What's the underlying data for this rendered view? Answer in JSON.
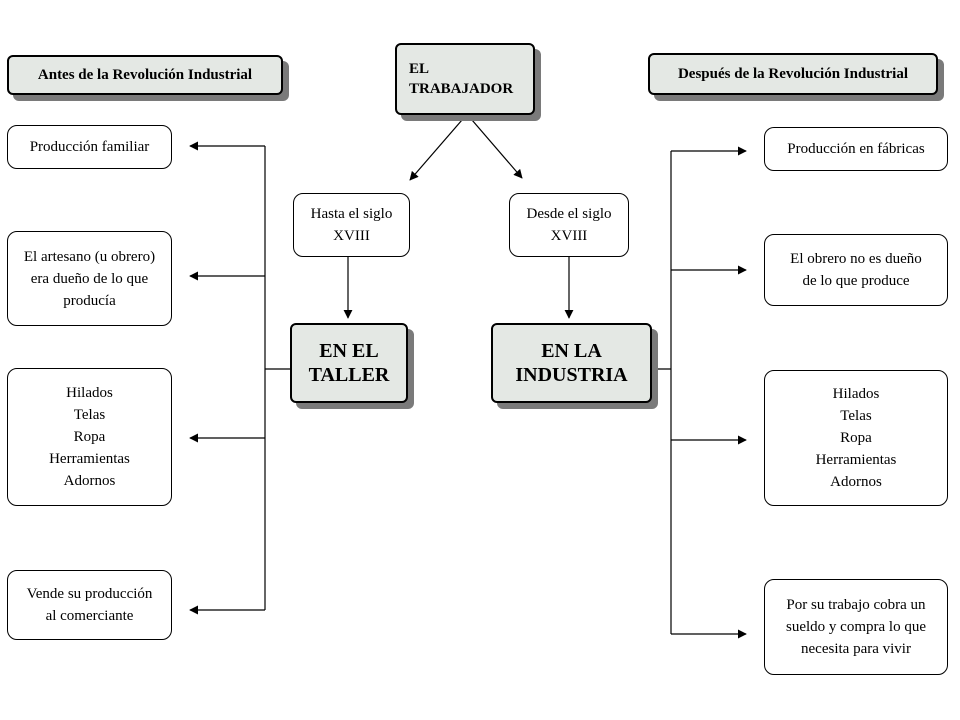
{
  "headers": {
    "left": "Antes de la Revolución Industrial",
    "center": "EL\nTRABAJADOR",
    "right": "Después de la Revolución Industrial"
  },
  "periods": {
    "left": "Hasta el siglo\nXVIII",
    "right": "Desde el siglo\nXVIII"
  },
  "places": {
    "left": "EN EL\nTALLER",
    "right": "EN LA\nINDUSTRIA"
  },
  "before_items": [
    "Producción familiar",
    "El artesano (u obrero)\nera dueño de lo que\nproducía",
    "Hilados\nTelas\nRopa\nHerramientas\nAdornos",
    "Vende su producción\nal comerciante"
  ],
  "after_items": [
    "Producción en fábricas",
    "El obrero no es dueño\nde lo que produce",
    "Hilados\nTelas\nRopa\nHerramientas\nAdornos",
    "Por su trabajo cobra un\nsueldo y compra lo que\nnecesita para vivir"
  ]
}
